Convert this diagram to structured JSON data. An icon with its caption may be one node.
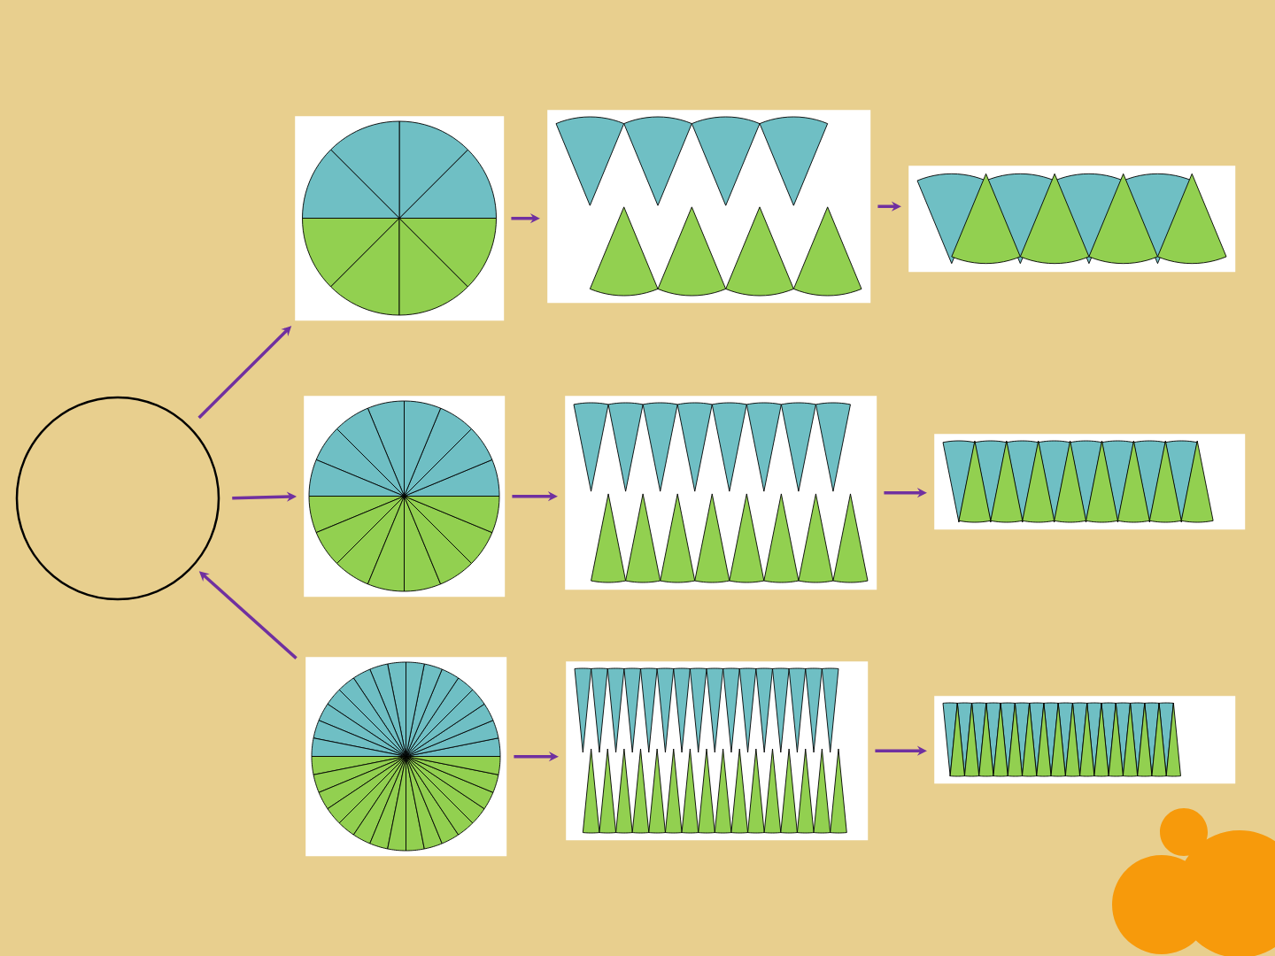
{
  "diagram": {
    "nodes": [
      {
        "text": [],
        "shape": "circle"
      },
      {
        "text": [],
        "shape": "picture"
      },
      {
        "text": [],
        "shape": "picture"
      },
      {
        "text": [],
        "shape": "picture"
      },
      {
        "text": [],
        "shape": "picture"
      },
      {
        "text": [],
        "shape": "picture"
      },
      {
        "text": [],
        "shape": "picture"
      },
      {
        "text": [],
        "shape": "picture"
      },
      {
        "text": [],
        "shape": "picture"
      },
      {
        "text": [],
        "shape": "picture"
      }
    ],
    "edges": [
      {
        "from": 0,
        "to": 1,
        "arrow": "to"
      },
      {
        "from": 0,
        "to": 4,
        "arrow": "to"
      },
      {
        "from": 7,
        "to": 0,
        "arrow": "to"
      },
      {
        "from": 1,
        "to": 2,
        "arrow": "to"
      },
      {
        "from": 2,
        "to": 3,
        "arrow": "to"
      },
      {
        "from": 4,
        "to": 5,
        "arrow": "to"
      },
      {
        "from": 5,
        "to": 6,
        "arrow": "to"
      },
      {
        "from": 7,
        "to": 8,
        "arrow": "to"
      },
      {
        "from": 8,
        "to": 9,
        "arrow": "to"
      }
    ]
  }
}
